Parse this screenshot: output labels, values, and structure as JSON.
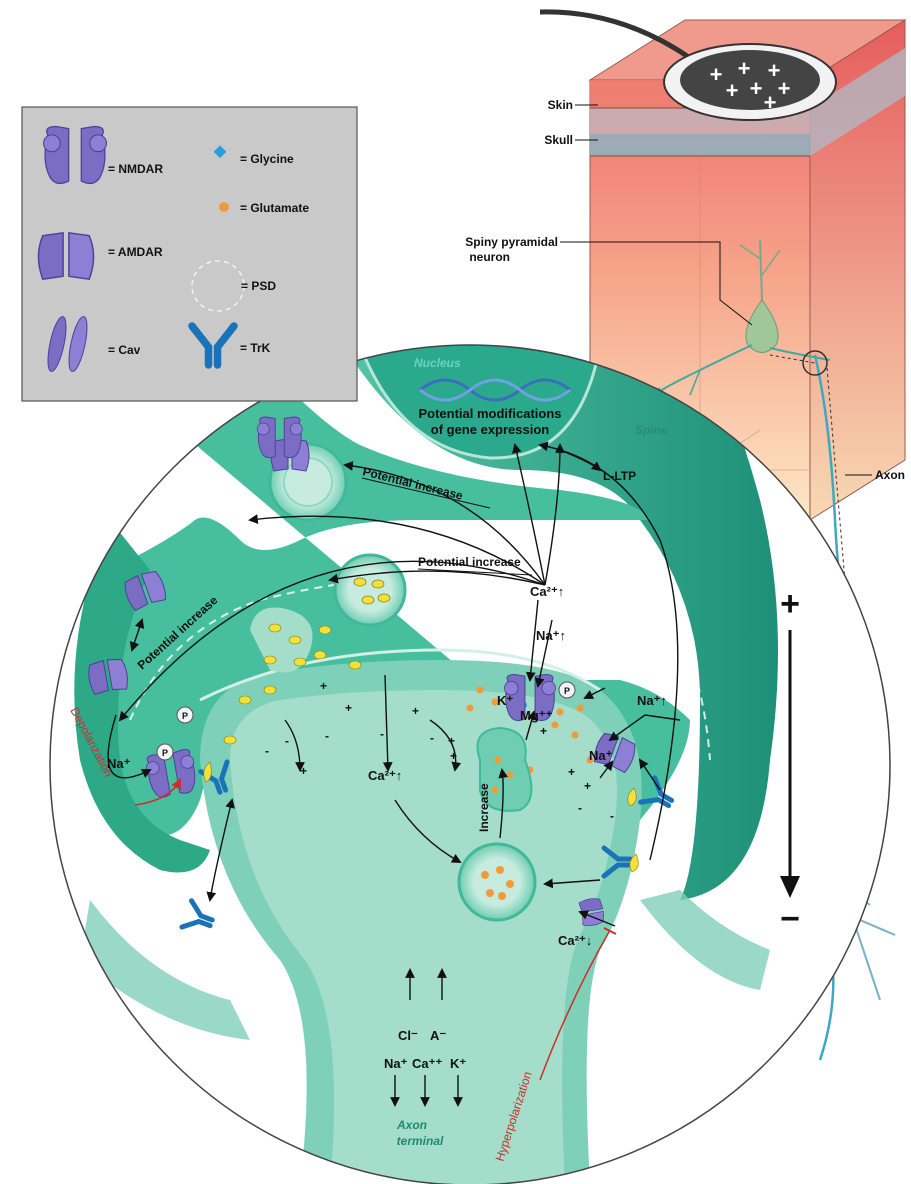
{
  "head": {
    "electrode_plus_signs": [
      "+",
      "+",
      "+",
      "+",
      "+",
      "+",
      "+"
    ],
    "skin_label": "Skin",
    "skull_label": "Skull",
    "neuron_label_line1": "Spiny pyramidal",
    "neuron_label_line2": "neuron",
    "axon_label": "Axon"
  },
  "legend": {
    "nmdar": "= NMDAR",
    "glycine": "= Glycine",
    "glutamate": "= Glutamate",
    "amdar": "= AMDAR",
    "psd": "= PSD",
    "cav": "= Cav",
    "trk": "= TrK"
  },
  "synapse": {
    "nucleus": "Nucleus",
    "gene_line1": "Potential modifications",
    "gene_line2": "of gene expression",
    "spine": "Spine",
    "lltp": "L-LTP",
    "potential_increase": "Potential increase",
    "ca_up": "Ca²⁺↑",
    "na_up": "Na⁺↑",
    "k_plus": "K⁺",
    "mg": "Mg⁺⁺",
    "na_plus": "Na⁺",
    "ca_down": "Ca²⁺↓",
    "increase": "Increase",
    "depolarization": "Depolarization",
    "hyperpolarization": "Hyperpolarization",
    "axon_terminal_line1": "Axon",
    "axon_terminal_line2": "terminal",
    "p": "P",
    "cl": "Cl⁻",
    "a": "A⁻",
    "na_b": "Na⁺",
    "ca_b": "Ca⁺⁺",
    "k_b": "K⁺",
    "polarity_plus": "+",
    "polarity_minus": "−"
  },
  "colors": {
    "cell": "#3fb99a",
    "cell_dark": "#1f9a7e",
    "cell_light": "#a7dccb",
    "receptor": "#7b6cc4",
    "receptor_dark": "#5a4ba6",
    "trk": "#1a73b8",
    "glutamate": "#f29a3a",
    "glycine": "#2a9de0",
    "vesicle_yellow": "#f2e13a",
    "red_label": "#c9302c",
    "legend_bg": "#c9c9c9"
  }
}
